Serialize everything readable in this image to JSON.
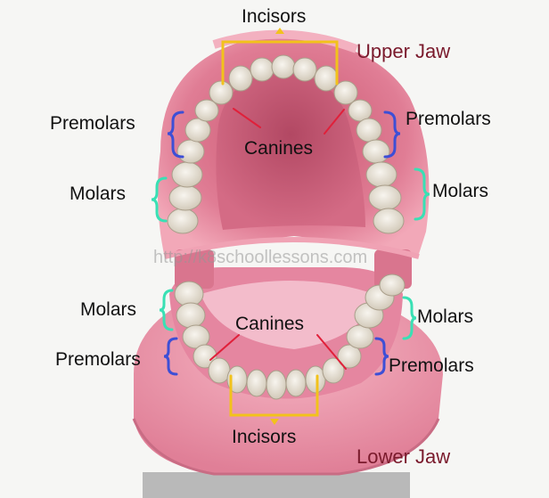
{
  "labels": {
    "upper_incisors": "Incisors",
    "upper_jaw": "Upper Jaw",
    "upper_premolars_left": "Premolars",
    "upper_premolars_right": "Premolars",
    "upper_canines": "Canines",
    "upper_molars_left": "Molars",
    "upper_molars_right": "Molars",
    "lower_molars_left": "Molars",
    "lower_molars_right": "Molars",
    "lower_canines": "Canines",
    "lower_premolars_left": "Premolars",
    "lower_premolars_right": "Premolars",
    "lower_incisors": "Incisors",
    "lower_jaw": "Lower Jaw"
  },
  "watermark": "http://k8schoollessons.com",
  "colors": {
    "incisor_marker": "#f2c21b",
    "premolar_marker": "#3d4fd6",
    "molar_marker": "#39e0b4",
    "canine_marker": "#e0203a",
    "jaw_label": "#7a1a2c",
    "gum": "#e58aa0",
    "tooth": "#ece7dc"
  }
}
